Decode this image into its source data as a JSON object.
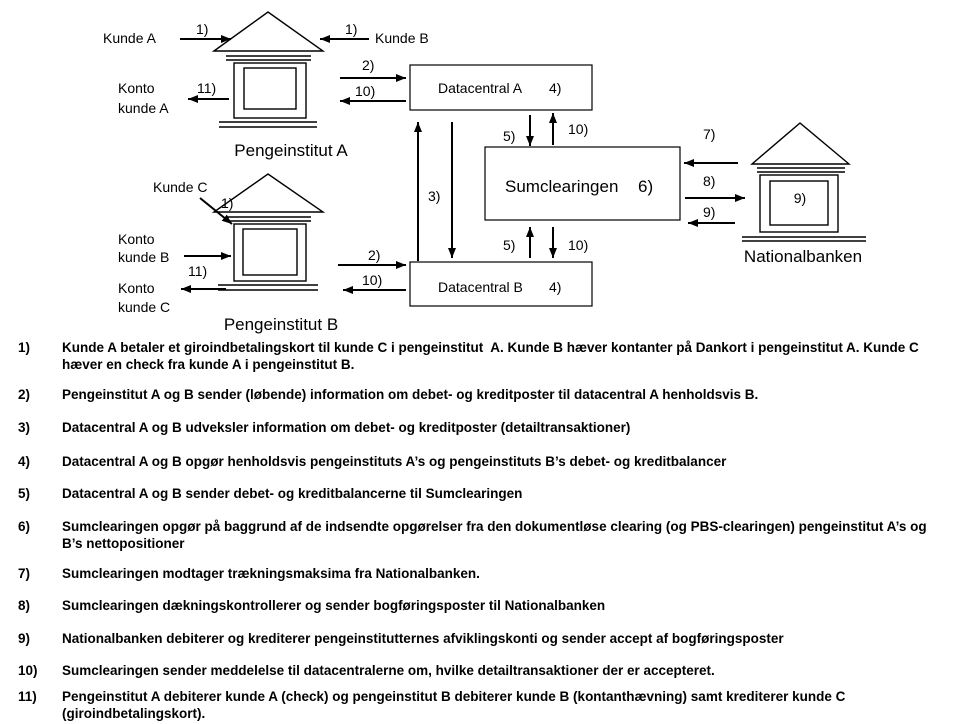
{
  "diagram": {
    "pengeinstitut_a": {
      "label": "Pengeinstitut A"
    },
    "pengeinstitut_b": {
      "label": "Pengeinstitut B"
    },
    "nationalbanken": {
      "label": "Nationalbanken",
      "step": "9)"
    },
    "datacentral_a": {
      "label": "Datacentral A",
      "step": "4)"
    },
    "datacentral_b": {
      "label": "Datacentral B",
      "step": "4)"
    },
    "sumclearingen": {
      "label": "Sumclearingen",
      "step": "6)"
    },
    "customers": {
      "kunde_a": "Kunde A",
      "kunde_b": "Kunde B",
      "kunde_c": "Kunde C",
      "konto_kunde_a": {
        "line1": "Konto",
        "line2": "kunde A"
      },
      "konto_kunde_b": {
        "line1": "Konto",
        "line2": "kunde B"
      },
      "konto_kunde_c": {
        "line1": "Konto",
        "line2": "kunde C"
      }
    },
    "arrow_labels": {
      "kunde_a_to_institut_a": "1)",
      "kunde_b_to_institut_a": "1)",
      "kunde_c_to_institut_b": "1)",
      "institut_a_konto_a": "11)",
      "institut_b_konti": "11)",
      "institut_a_to_datacentral_a": "2)",
      "datacentral_a_to_institut_a": "10)",
      "institut_b_to_datacentral_b": "2)",
      "datacentral_b_to_institut_b": "10)",
      "datacentral_exchange": "3)",
      "datacentral_a_to_sumclearingen": "5)",
      "sumclearingen_to_datacentral_a": "10)",
      "datacentral_b_to_sumclearingen": "5)",
      "sumclearingen_to_datacentral_b": "10)",
      "nationalbanken_to_sumclearingen": "7)",
      "sumclearingen_to_nationalbanken": "8)",
      "nationalbanken_accept_to_sumclearingen": "9)"
    }
  },
  "notes": [
    {
      "number": "1)",
      "text": "Kunde A betaler et giroindbetalingskort til kunde C i pengeinstitut  A. Kunde B hæver kontanter på Dankort i pengeinstitut A. Kunde C hæver en check fra kunde A i pengeinstitut B."
    },
    {
      "number": "2)",
      "text": "Pengeinstitut A og B sender (løbende) information om debet- og kreditposter til datacentral A henholdsvis B."
    },
    {
      "number": "3)",
      "text": "Datacentral A og B udveksler information om debet- og kreditposter (detailtransaktioner)"
    },
    {
      "number": "4)",
      "text": "Datacentral A og B opgør henholdsvis pengeinstituts A’s og pengeinstituts B’s debet- og kreditbalancer"
    },
    {
      "number": "5)",
      "text": "Datacentral A og B sender debet- og kreditbalancerne til Sumclearingen"
    },
    {
      "number": "6)",
      "text": "Sumclearingen opgør på baggrund af de indsendte opgørelser fra den dokumentløse clearing (og PBS-clearingen) pengeinstitut A’s og B’s nettopositioner"
    },
    {
      "number": "7)",
      "text": "Sumclearingen modtager trækningsmaksima fra Nationalbanken."
    },
    {
      "number": "8)",
      "text": "Sumclearingen dækningskontrollerer og sender bogføringsposter til Nationalbanken"
    },
    {
      "number": "9)",
      "text": "Nationalbanken debiterer og krediterer pengeinstitutternes afviklingskonti og sender accept af bogføringsposter"
    },
    {
      "number": "10)",
      "text": "Sumclearingen sender meddelelse til datacentralerne om, hvilke detailtransaktioner der er accepteret."
    },
    {
      "number": "11)",
      "text": "Pengeinstitut A debiterer kunde A (check) og pengeinstitut B debiterer kunde B (kontanthævning) samt krediterer kunde C (giroindbetalingskort)."
    }
  ]
}
